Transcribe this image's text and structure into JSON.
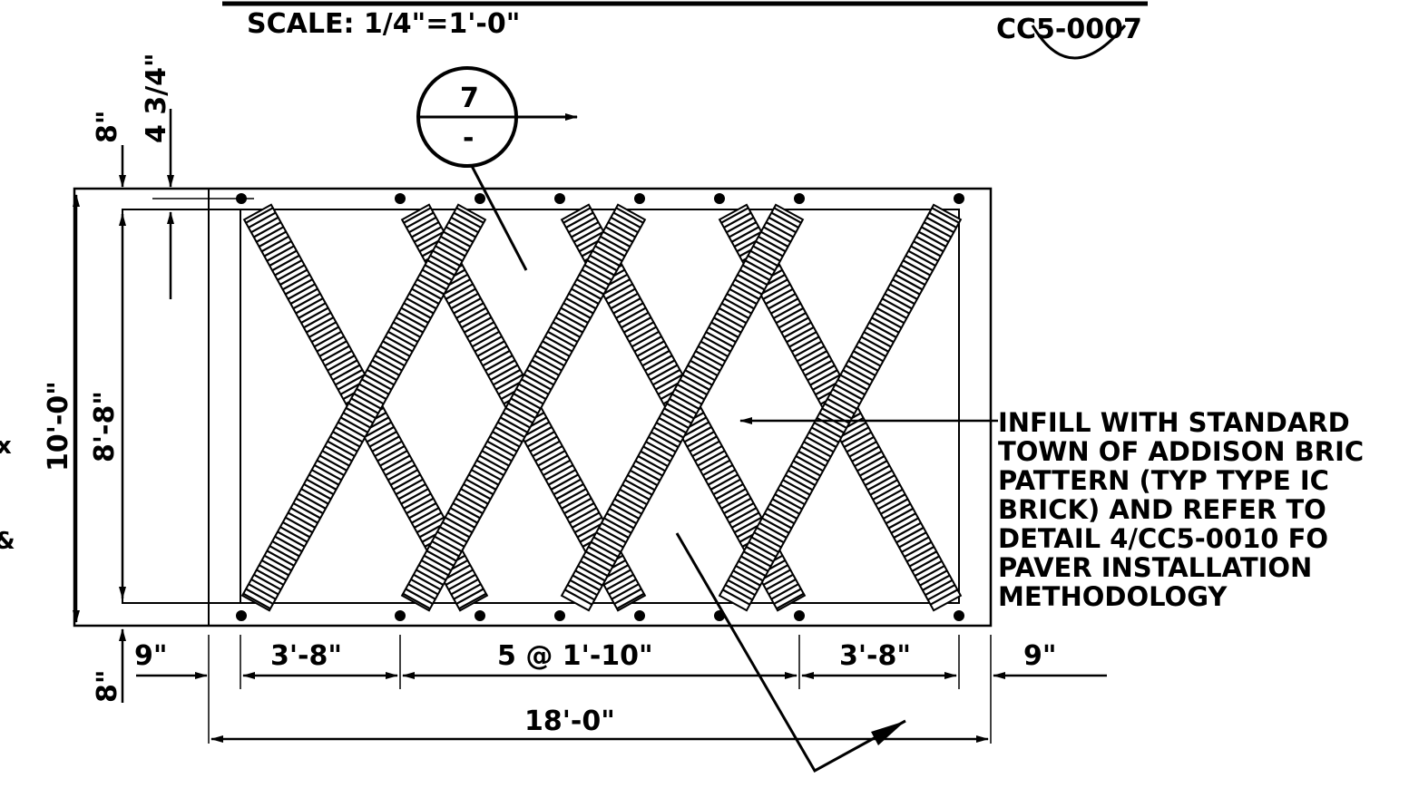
{
  "header": {
    "scale_label": "SCALE: 1/4\"=1'-0\"",
    "sheet_ref": "CC5-0007"
  },
  "section_marker": {
    "top": "7",
    "bottom": "-"
  },
  "dimensions": {
    "top_offset": "8\"",
    "top_inset": "4 3/4\"",
    "overall_height": "10'-0\"",
    "inner_height": "8'-8\"",
    "bottom_offset": "8\"",
    "left_margin": "9\"",
    "left_segment": "3'-8\"",
    "middle_segment": "5 @ 1'-10\"",
    "right_segment": "3'-8\"",
    "right_margin": "9\"",
    "overall_width": "18'-0\""
  },
  "note": {
    "lines": [
      "INFILL WITH STANDARD",
      "TOWN OF ADDISON BRIC",
      "PATTERN (TYP TYPE IC",
      "BRICK) AND REFER TO",
      "DETAIL 4/CC5-0010 FO",
      "PAVER INSTALLATION",
      "METHODOLOGY"
    ]
  },
  "colors": {
    "ink": "#000000",
    "paper": "#ffffff"
  }
}
